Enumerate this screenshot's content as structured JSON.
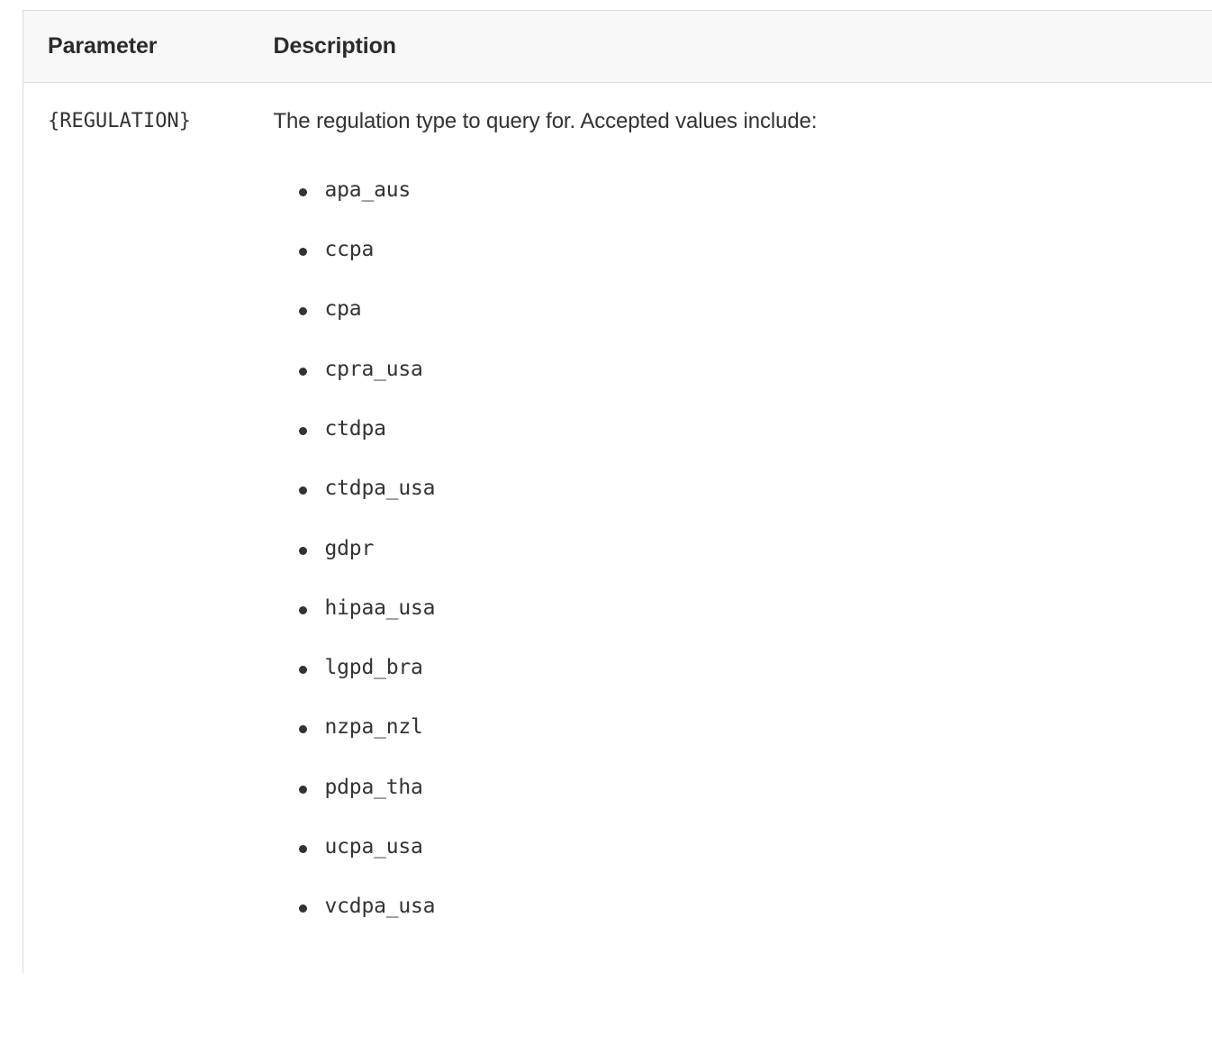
{
  "table": {
    "columns": [
      {
        "key": "parameter",
        "label": "Parameter"
      },
      {
        "key": "description",
        "label": "Description"
      }
    ],
    "rows": [
      {
        "parameter": "{REGULATION}",
        "description_lead": "The regulation type to query for. Accepted values include:",
        "accepted_values": [
          "apa_aus",
          "ccpa",
          "cpa",
          "cpra_usa",
          "ctdpa",
          "ctdpa_usa",
          "gdpr",
          "hipaa_usa",
          "lgpd_bra",
          "nzpa_nzl",
          "pdpa_tha",
          "ucpa_usa",
          "vcdpa_usa"
        ]
      }
    ]
  },
  "colors": {
    "text": "#333333",
    "heading_text": "#2b2b2b",
    "border": "#dddddd",
    "header_background": "#f8f8f8",
    "page_background": "#ffffff",
    "bullet": "#333333"
  }
}
